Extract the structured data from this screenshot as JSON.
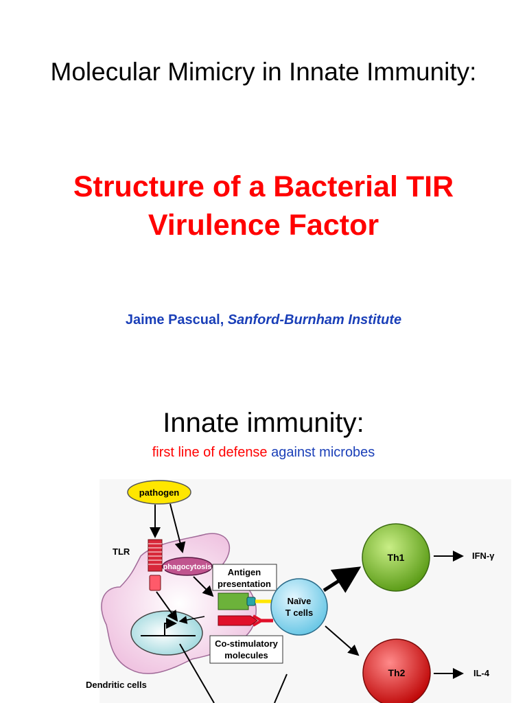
{
  "colors": {
    "title_red": "#ff0000",
    "author_blue": "#1a3fb8",
    "subtitle_red": "#ff0000",
    "subtitle_blue": "#1a3fb8",
    "th1_green": "#7cbf2a",
    "th2_red": "#e01818",
    "naive_cyan": "#8ad8ee",
    "pathogen_yellow": "#ffe600",
    "tlr_red": "#d8283a",
    "cell_pink": "#f2c8e2",
    "phagocytosis_purple": "#c0548e"
  },
  "slide1": {
    "title": "Molecular Mimicry in Innate Immunity:",
    "heading_line1": "Structure of a Bacterial TIR",
    "heading_line2": "Virulence Factor",
    "author_name": "Jaime Pascual,",
    "author_institute": "Sanford-Burnham Institute"
  },
  "slide2": {
    "title": "Innate immunity:",
    "subtitle_red": "first line of defense",
    "subtitle_blue": "against microbes"
  },
  "diagram": {
    "pathogen": "pathogen",
    "tlr": "TLR",
    "phagocytosis": "phagocytosis",
    "antigen_line1": "Antigen",
    "antigen_line2": "presentation",
    "costim_line1": "Co-stimulatory",
    "costim_line2": "molecules",
    "naive_line1": "Naïve",
    "naive_line2": "T cells",
    "th1": "Th1",
    "th2": "Th2",
    "ifn": "IFN-γ",
    "il4": "IL-4",
    "dendritic": "Dendritic cells"
  }
}
